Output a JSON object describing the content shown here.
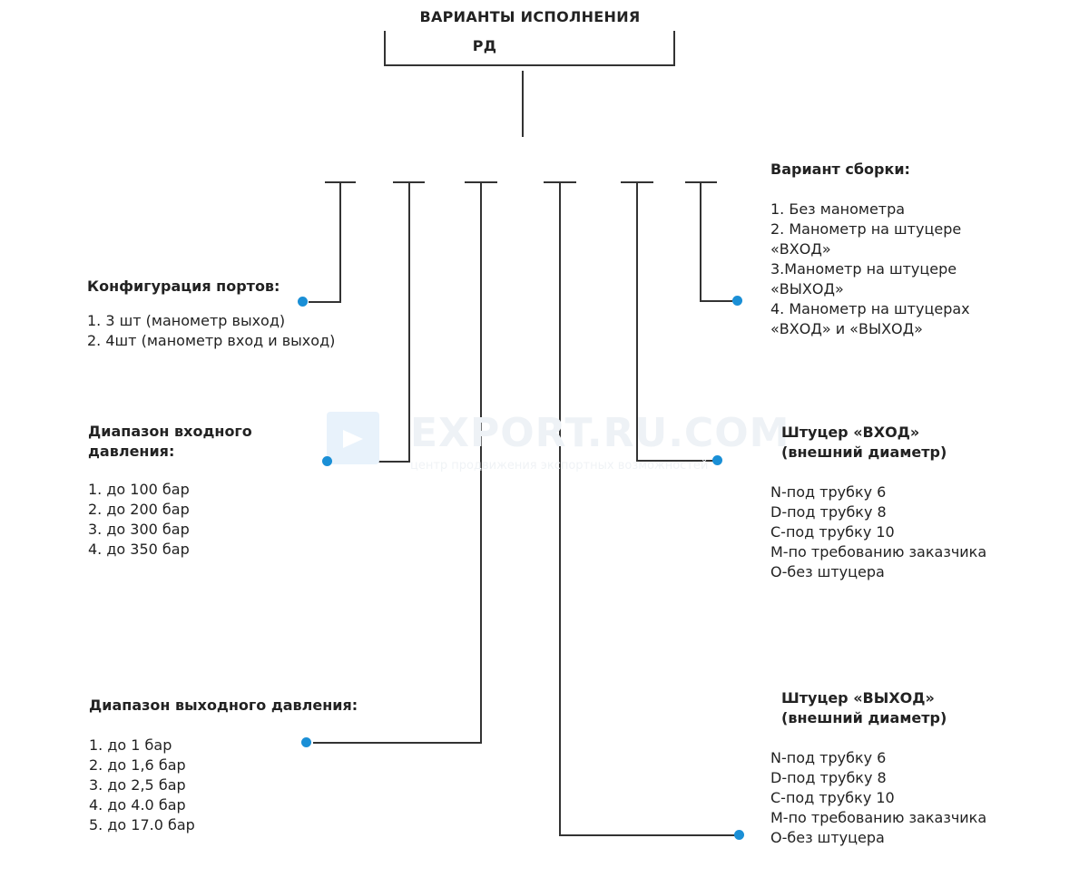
{
  "colors": {
    "line": "#333333",
    "dot": "#1a8fd6"
  },
  "title": {
    "line1": "ВАРИАНТЫ ИСПОЛНЕНИЯ",
    "line2": "РД"
  },
  "watermark": {
    "name": "EXPORT.RU.COM",
    "tagline": "центр продвижения экспортных возможностей",
    "icon": "export-logo-icon"
  },
  "blocks": {
    "ports": {
      "heading": [
        "Конфигурация портов:"
      ],
      "options": [
        "1. 3 шт (манометр выход)",
        "2. 4шт (манометр вход и выход)"
      ]
    },
    "inlet_pressure": {
      "heading": [
        "Диапазон входного",
        "давления:"
      ],
      "options": [
        "1. до 100 бар",
        "2. до 200 бар",
        "3. до 300 бар",
        "4. до 350 бар"
      ]
    },
    "outlet_pressure": {
      "heading": [
        "Диапазон выходного давления:"
      ],
      "options": [
        "1. до 1 бар",
        "2. до 1,6 бар",
        "3. до 2,5 бар",
        "4. до 4.0 бар",
        "5. до 17.0 бар"
      ]
    },
    "assembly": {
      "heading": [
        "Вариант сборки:"
      ],
      "options": [
        "1. Без манометра",
        "2. Манометр на штуцере",
        "«ВХОД»",
        "3.Манометр на штуцере",
        "«ВЫХОД»",
        "4. Манометр на штуцерах",
        "«ВХОД» и «ВЫХОД»"
      ]
    },
    "inlet_fitting": {
      "heading": [
        "Штуцер «ВХОД»",
        "(внешний диаметр)"
      ],
      "options": [
        "N-под трубку 6",
        "D-под трубку 8",
        "С-под трубку 10",
        "М-по требованию заказчика",
        "О-без штуцера"
      ]
    },
    "outlet_fitting": {
      "heading": [
        "Штуцер «ВЫХОД»",
        "(внешний диаметр)"
      ],
      "options": [
        "N-под трубку 6",
        "D-под трубку 8",
        "С-под трубку 10",
        "М-по требованию заказчика",
        "О-без штуцера"
      ]
    }
  }
}
